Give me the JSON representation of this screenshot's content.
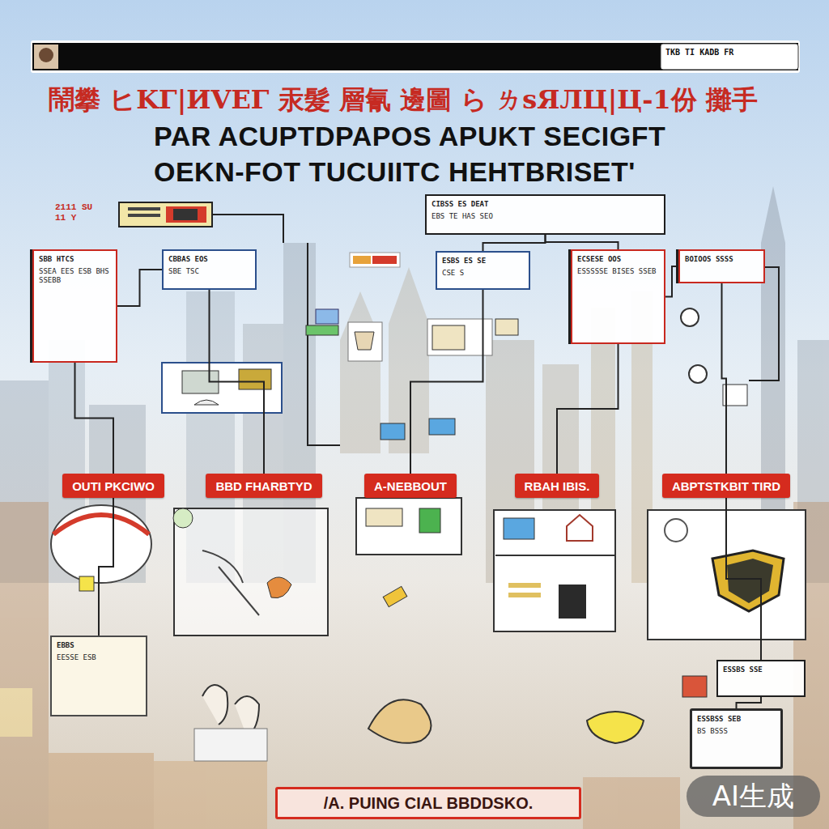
{
  "diagram": {
    "title": "PAR ACUPTDPAPOS APUKT SECIGFT OEKN-FOT TUCUIITC HEHTBRISET'",
    "caption": "/A. PUING CIAL BBDDSKO.",
    "nodes": [
      {
        "text": [
          "SBB HTCS",
          "SSEA EES ESB BHS SSEBB"
        ]
      },
      {
        "text": [
          "CBBAS EOS",
          "SBE TSC"
        ]
      },
      {
        "text": [
          "CIBSS ES DEAT",
          "EBS TE HAS SEO"
        ]
      },
      {
        "text": [
          "ESBS ES SE",
          "CSE S"
        ]
      },
      {
        "text": [
          "ECSESE OOS",
          "ESSSSSE BISES SSEB"
        ]
      },
      {
        "text": [
          "BOIOOS SSSS"
        ]
      },
      {
        "text": [
          "OUTI PKCIWO"
        ]
      },
      {
        "text": [
          "BBD FHARBTYD"
        ]
      },
      {
        "text": [
          "A-NEBBOUT"
        ]
      },
      {
        "text": [
          "RBAH IBIS."
        ]
      },
      {
        "text": [
          "ABPTSTKBIT TIRD"
        ]
      },
      {
        "text": [
          "EBBS",
          "EESSE ESB"
        ]
      },
      {
        "text": [
          "ESSBS SSE"
        ]
      },
      {
        "text": [
          "ESSBSS SEB",
          "BS BSSS"
        ]
      }
    ],
    "edges": [
      {
        "from": 0,
        "to": 1,
        "arrow": "none"
      },
      {
        "from": 0,
        "to": 6,
        "arrow": "none"
      },
      {
        "from": 1,
        "to": 7,
        "arrow": "none"
      },
      {
        "from": 2,
        "to": 3,
        "arrow": "none"
      },
      {
        "from": 2,
        "to": 4,
        "arrow": "none"
      },
      {
        "from": 4,
        "to": 5,
        "arrow": "none"
      },
      {
        "from": 3,
        "to": 8,
        "arrow": "none"
      },
      {
        "from": 4,
        "to": 9,
        "arrow": "none"
      },
      {
        "from": 5,
        "to": 10,
        "arrow": "none"
      },
      {
        "from": 6,
        "to": 11,
        "arrow": "none"
      },
      {
        "from": 10,
        "to": 12,
        "arrow": "none"
      },
      {
        "from": 12,
        "to": 13,
        "arrow": "none"
      }
    ],
    "labels": [
      "鬧攀 ヒKΓ|ИVEΓ 汞髮 層氰 邊圖 ら ㄌsЯЛЦ|Ц-1份 攤手",
      "TKB TI KADB FR",
      "2111 SU 11 Y",
      "AI生成"
    ]
  }
}
